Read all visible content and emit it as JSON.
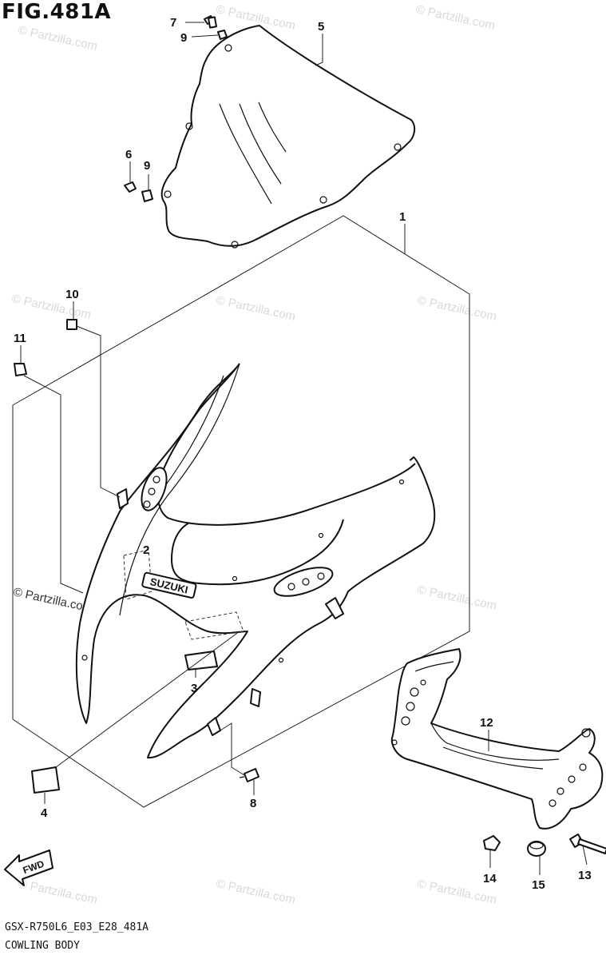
{
  "figure": {
    "title": "FIG.481A",
    "code": "GSX-R750L6_E03_E28_481A",
    "name": "COWLING BODY"
  },
  "watermark": {
    "text": "© Partzilla.com"
  },
  "decal": {
    "text": "SUZUKI"
  },
  "fwd_arrow": {
    "text": "FWD"
  },
  "callouts": [
    {
      "number": "1",
      "part": "cowling body"
    },
    {
      "number": "2",
      "part": "emblem"
    },
    {
      "number": "3",
      "part": "cushion"
    },
    {
      "number": "4",
      "part": "cushion"
    },
    {
      "number": "5",
      "part": "windscreen"
    },
    {
      "number": "6",
      "part": "screw"
    },
    {
      "number": "7",
      "part": "screw"
    },
    {
      "number": "8",
      "part": "screw"
    },
    {
      "number": "9",
      "part": "nut"
    },
    {
      "number": "10",
      "part": "nut"
    },
    {
      "number": "11",
      "part": "nut"
    },
    {
      "number": "12",
      "part": "cowling brace"
    },
    {
      "number": "13",
      "part": "bolt"
    },
    {
      "number": "14",
      "part": "nut"
    },
    {
      "number": "15",
      "part": "cushion"
    }
  ]
}
